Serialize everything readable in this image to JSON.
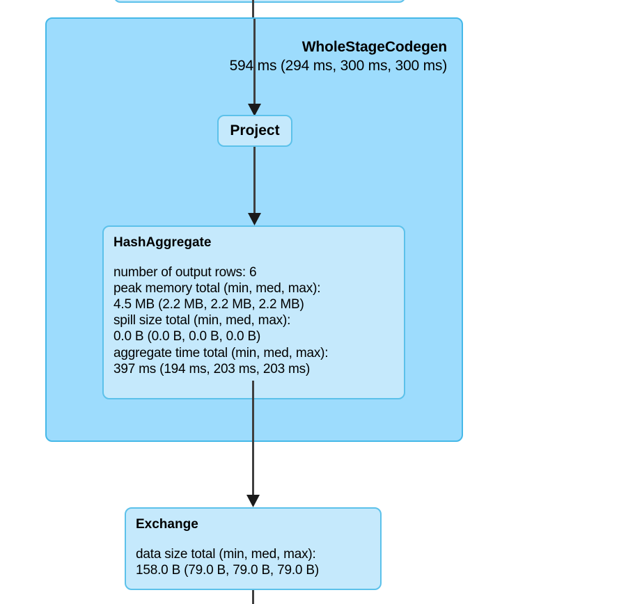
{
  "diagram": {
    "kind": "spark-sql-physical-plan",
    "colors": {
      "cluster_fill": "#9ddcfd",
      "cluster_stroke": "#45b8e8",
      "leaf_fill": "#c5e9fc",
      "leaf_stroke": "#5cc1ea",
      "edge": "#3f3f3f",
      "background": "#ffffff"
    },
    "nodes": {
      "top_partial": {
        "label": ""
      },
      "whole_stage_codegen": {
        "title": "WholeStageCodegen",
        "metrics": "594 ms (294 ms, 300 ms, 300 ms)"
      },
      "project": {
        "title": "Project"
      },
      "hash_aggregate": {
        "title": "HashAggregate",
        "metrics": "number of output rows: 6\npeak memory total (min, med, max):\n4.5 MB (2.2 MB, 2.2 MB, 2.2 MB)\nspill size total (min, med, max):\n0.0 B (0.0 B, 0.0 B, 0.0 B)\naggregate time total (min, med, max):\n397 ms (194 ms, 203 ms, 203 ms)"
      },
      "exchange": {
        "title": "Exchange",
        "metrics": "data size total (min, med, max):\n158.0 B (79.0 B, 79.0 B, 79.0 B)"
      }
    },
    "edges": [
      {
        "name": "edge-top-to-wholestagecodegen",
        "from": "top_partial",
        "to": "whole_stage_codegen"
      },
      {
        "name": "edge-wholestagecodegen-to-project",
        "from": "whole_stage_codegen",
        "to": "project"
      },
      {
        "name": "edge-project-to-hashaggregate",
        "from": "project",
        "to": "hash_aggregate"
      },
      {
        "name": "edge-hashaggregate-to-exchange",
        "from": "hash_aggregate",
        "to": "exchange"
      },
      {
        "name": "edge-exchange-to-next",
        "from": "exchange",
        "to": ""
      }
    ]
  }
}
